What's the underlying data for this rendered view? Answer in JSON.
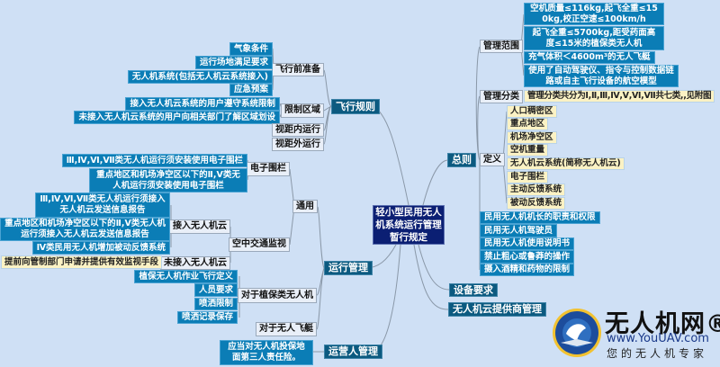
{
  "center": "轻小型民用无人机系统运行管理暂行规定",
  "flight_rules": {
    "label": "飞行规则",
    "preflight": {
      "label": "飞行前准备",
      "items": [
        "气象条件",
        "运行场地满足要求",
        "无人机系统(包括无人机云系统接入)",
        "应急预案"
      ]
    },
    "restricted": {
      "label": "限制区域",
      "items": [
        "接入无人机云系统的用户遵守系统限制",
        "未接入无人机云系统的用户向相关部门了解区域划设"
      ]
    },
    "vlos": "视距内运行",
    "bvlos": "视距外运行"
  },
  "operations": {
    "label": "运行管理",
    "general": {
      "label": "通用",
      "geofence": {
        "label": "电子围栏",
        "items": [
          "Ⅲ,Ⅳ,Ⅵ,Ⅶ类无人机运行须安装使用电子围栏",
          "重点地区和机场净空区以下的Ⅱ,Ⅴ类无人机运行须安装使用电子围栏"
        ]
      },
      "atc": {
        "label": "空中交通监视",
        "cloud": {
          "label": "接入无人机云",
          "items": [
            "Ⅲ,Ⅳ,Ⅵ,Ⅶ类无人机运行须接入无人机云发送信息报告",
            "重点地区和机场净空区以下的Ⅱ,Ⅴ类无人机运行须接入无人机云发送信息报告",
            "Ⅳ类民用无人机增加被动反馈系统"
          ]
        },
        "no_cloud": {
          "label": "未接入无人机云",
          "note": "提前向管制部门申请并提供有效监视手段"
        }
      }
    },
    "plant": {
      "label": "对于植保类无人机",
      "items": [
        "植保无人机作业飞行定义",
        "人员要求",
        "喷洒限制",
        "喷洒记录保存"
      ]
    },
    "airship": "对于无人飞艇"
  },
  "operator": {
    "label": "运营人管理",
    "note": "应当对无人机投保地面第三人责任险。"
  },
  "general_rules": {
    "label": "总则",
    "scope": {
      "label": "管理范围",
      "items": [
        "空机质量≤116kg,起飞全重≤150kg,校正空速≤100km/h",
        "起飞全重≤5700kg,距受药面高度≤15米的植保类无人机",
        "充气体积＜4600m³的无人飞艇",
        "使用了自动驾驶仪、指令与控制数据链路或自主飞行设备的航空模型"
      ]
    },
    "classification": {
      "label": "管理分类",
      "note": "管理分类共分为Ⅰ,Ⅱ,Ⅲ,Ⅳ,Ⅴ,Ⅵ,Ⅶ共七类,,见附图"
    },
    "definitions": {
      "label": "定义",
      "items": [
        "人口稠密区",
        "重点地区",
        "机场净空区",
        "空机重量",
        "无人机云系统(简称无人机云)",
        "电子围栏",
        "主动反馈系统",
        "被动反馈系统"
      ]
    },
    "items": [
      "民用无人机机长的职责和权限",
      "民用无人机驾驶员",
      "民用无人机使用说明书",
      "禁止粗心或鲁莽的操作",
      "摄入酒精和药物的限制"
    ]
  },
  "equipment": "设备要求",
  "cloud_provider": "无人机云提供商管理",
  "logo": {
    "name": "无人机网®",
    "url": "www.YouUAV.com",
    "slogan": "您的无人机专家",
    "badge_text": "www.YouUAV.com UAV"
  },
  "colors": {
    "background": "#cfe0f5",
    "leaf_blue": "#0b7db6",
    "branch_dark": "#0c5a80",
    "center_navy": "#0b1f73",
    "note_cream": "#fbf2c4"
  }
}
